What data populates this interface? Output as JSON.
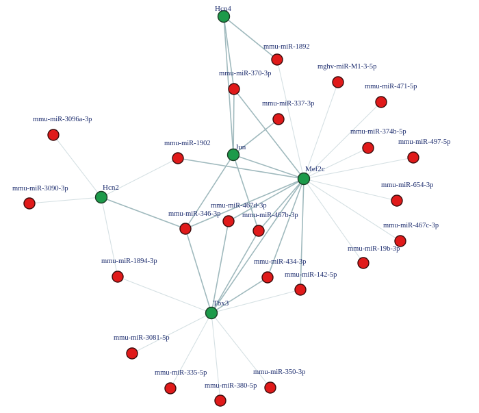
{
  "network": {
    "genes": [
      {
        "id": "hcn4",
        "label": "Hcn4"
      },
      {
        "id": "jun",
        "label": "Jun"
      },
      {
        "id": "mef2c",
        "label": "Mef2c"
      },
      {
        "id": "hcn2",
        "label": "Hcn2"
      },
      {
        "id": "tbx3",
        "label": "Tbx3"
      }
    ],
    "mirnas": [
      {
        "id": "m1892",
        "label": "mmu-miR-1892"
      },
      {
        "id": "m370",
        "label": "mmu-miR-370-3p"
      },
      {
        "id": "mghv",
        "label": "mghv-miR-M1-3-5p"
      },
      {
        "id": "m471",
        "label": "mmu-miR-471-5p"
      },
      {
        "id": "m337",
        "label": "mmu-miR-337-3p"
      },
      {
        "id": "m3096",
        "label": "mmu-miR-3096a-3p"
      },
      {
        "id": "m374b",
        "label": "mmu-miR-374b-5p"
      },
      {
        "id": "m497",
        "label": "mmu-miR-497-5p"
      },
      {
        "id": "m1902",
        "label": "mmu-miR-1902"
      },
      {
        "id": "m3090",
        "label": "mmu-miR-3090-3p"
      },
      {
        "id": "m654",
        "label": "mmu-miR-654-3p"
      },
      {
        "id": "m467d",
        "label": "mmu-miR-467d-3p"
      },
      {
        "id": "m346",
        "label": "mmu-miR-346-3p"
      },
      {
        "id": "m467b",
        "label": "mmu-miR-467b-3p"
      },
      {
        "id": "m467c",
        "label": "mmu-miR-467c-3p"
      },
      {
        "id": "m19b",
        "label": "mmu-miR-19b-3p"
      },
      {
        "id": "m1894",
        "label": "mmu-miR-1894-3p"
      },
      {
        "id": "m434",
        "label": "mmu-miR-434-3p"
      },
      {
        "id": "m142",
        "label": "mmu-miR-142-5p"
      },
      {
        "id": "m3081",
        "label": "mmu-miR-3081-5p"
      },
      {
        "id": "m335",
        "label": "mmu-miR-335-5p"
      },
      {
        "id": "m350",
        "label": "mmu-miR-350-3p"
      },
      {
        "id": "m380",
        "label": "mmu-miR-380-5p"
      }
    ],
    "edges": [
      [
        "hcn4",
        "m1892"
      ],
      [
        "hcn4",
        "m370"
      ],
      [
        "hcn4",
        "jun"
      ],
      [
        "m1892",
        "mef2c"
      ],
      [
        "m370",
        "jun"
      ],
      [
        "m370",
        "mef2c"
      ],
      [
        "m337",
        "jun"
      ],
      [
        "jun",
        "mef2c"
      ],
      [
        "jun",
        "m346"
      ],
      [
        "jun",
        "m467b"
      ],
      [
        "mghv",
        "mef2c"
      ],
      [
        "m471",
        "mef2c"
      ],
      [
        "m374b",
        "mef2c"
      ],
      [
        "m497",
        "mef2c"
      ],
      [
        "m654",
        "mef2c"
      ],
      [
        "m467c",
        "mef2c"
      ],
      [
        "m19b",
        "mef2c"
      ],
      [
        "m142",
        "mef2c"
      ],
      [
        "m434",
        "mef2c"
      ],
      [
        "m467b",
        "mef2c"
      ],
      [
        "m467d",
        "mef2c"
      ],
      [
        "m346",
        "mef2c"
      ],
      [
        "m1902",
        "mef2c"
      ],
      [
        "tbx3",
        "mef2c"
      ],
      [
        "m3096",
        "hcn2"
      ],
      [
        "m3090",
        "hcn2"
      ],
      [
        "m1902",
        "hcn2"
      ],
      [
        "hcn2",
        "m346"
      ],
      [
        "hcn2",
        "m1894"
      ],
      [
        "m1894",
        "tbx3"
      ],
      [
        "m346",
        "tbx3"
      ],
      [
        "m467d",
        "tbx3"
      ],
      [
        "m467b",
        "tbx3"
      ],
      [
        "m434",
        "tbx3"
      ],
      [
        "m142",
        "tbx3"
      ],
      [
        "tbx3",
        "m3081"
      ],
      [
        "tbx3",
        "m335"
      ],
      [
        "tbx3",
        "m380"
      ],
      [
        "tbx3",
        "m350"
      ]
    ]
  }
}
